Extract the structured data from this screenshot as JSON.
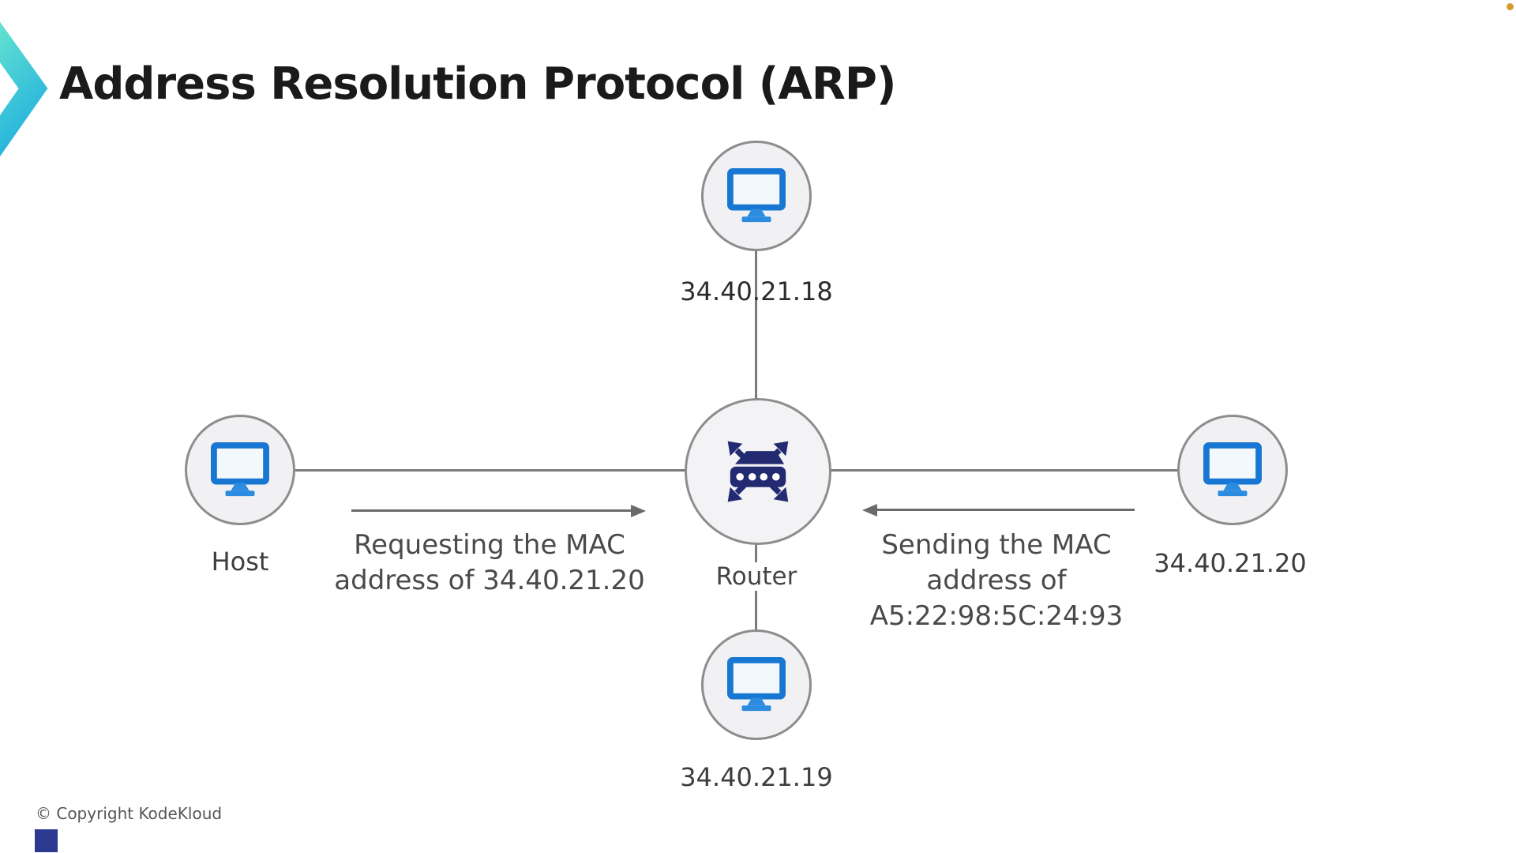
{
  "slide": {
    "title": "Address Resolution Protocol (ARP)",
    "footer": "© Copyright KodeKloud"
  },
  "nodes": {
    "top": {
      "label": "34.40.21.18",
      "icon": "computer-icon"
    },
    "left": {
      "label": "Host",
      "icon": "computer-icon"
    },
    "center": {
      "label": "Router",
      "icon": "router-icon"
    },
    "right": {
      "label": "34.40.21.20",
      "icon": "computer-icon"
    },
    "bottom": {
      "label": "34.40.21.19",
      "icon": "computer-icon"
    }
  },
  "captions": {
    "request": {
      "line1": "Requesting the MAC",
      "line2": "address of 34.40.21.20"
    },
    "response": {
      "line1": "Sending the MAC",
      "line2": "address of",
      "line3": "A5:22:98:5C:24:93"
    }
  },
  "colors": {
    "accent_teal_top": "#67e4cf",
    "accent_teal_bottom": "#28b6dd",
    "monitor_blue": "#1777d2",
    "router_navy": "#232a72",
    "circle_fill": "#f1f1f3",
    "circle_border": "#8d8d8d",
    "line_gray": "#7b7b7b",
    "corner_dot_orange": "#d79a31",
    "corner_square_blue": "#2b3990"
  }
}
